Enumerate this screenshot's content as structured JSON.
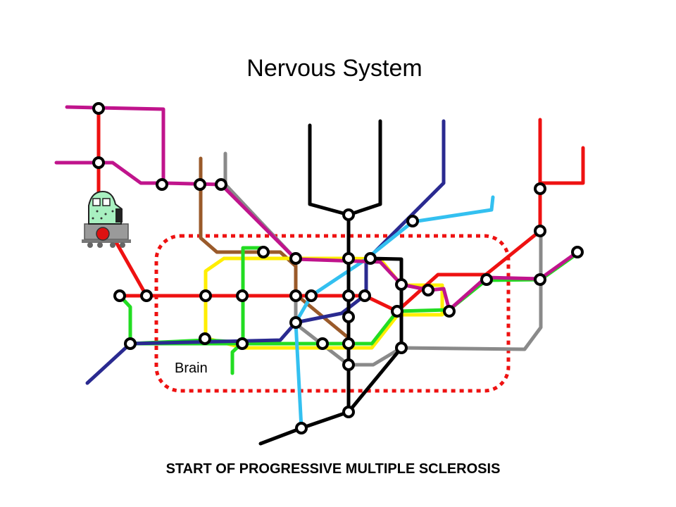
{
  "title": "Nervous System",
  "region_label": "Brain",
  "caption": "START OF PROGRESSIVE MULTIPLE SCLEROSIS",
  "colors": {
    "red": "#ee1111",
    "magenta": "#c0148c",
    "brown": "#9a5a2a",
    "gray": "#8a8a8a",
    "black": "#000000",
    "navy": "#2a2a90",
    "cyan": "#33c0f0",
    "yellow": "#ffee00",
    "green": "#22dd22",
    "brain_border": "#ee1111"
  },
  "icons": {
    "train": "train-icon"
  }
}
